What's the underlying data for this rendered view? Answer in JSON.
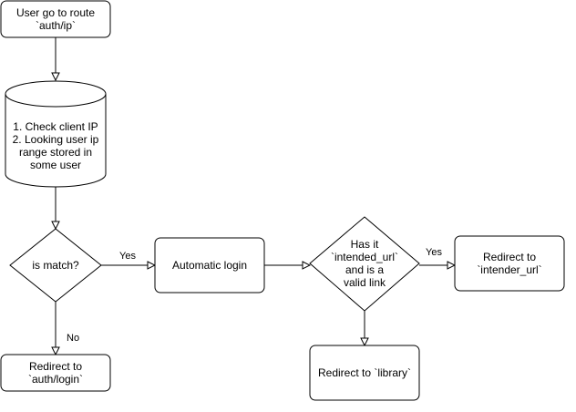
{
  "nodes": {
    "start": {
      "text": "User go to route\n`auth/ip`"
    },
    "check": {
      "text": "1. Check client IP\n2. Looking user ip\nrange stored in\nsome user"
    },
    "match": {
      "text": "is match?"
    },
    "auto_login": {
      "text": "Automatic login"
    },
    "has_url": {
      "text": "Has it\n`intended_url`\nand is a\nvalid link"
    },
    "redirect_intended": {
      "text": "Redirect to\n`intender_url`"
    },
    "redirect_login": {
      "text": "Redirect to\n`auth/login`"
    },
    "redirect_library": {
      "text": "Redirect to `library`"
    }
  },
  "edges": {
    "match_yes": "Yes",
    "match_no": "No",
    "has_url_yes": "Yes"
  },
  "colors": {
    "stroke": "#000000",
    "fill": "#ffffff"
  }
}
